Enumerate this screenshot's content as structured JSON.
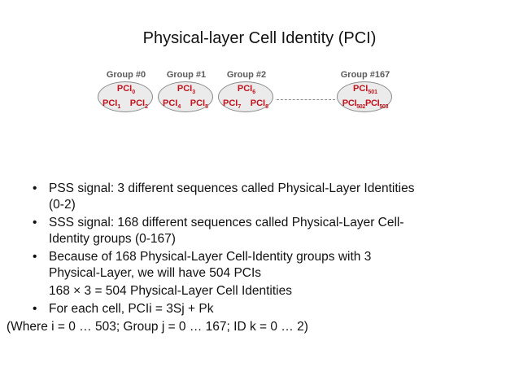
{
  "title": "Physical-layer Cell Identity (PCI)",
  "groups": [
    {
      "label": "Group #0",
      "top": {
        "b": "PCI",
        "s": "0"
      },
      "left": {
        "b": "PCI",
        "s": "1"
      },
      "right": {
        "b": "PCI",
        "s": "2"
      }
    },
    {
      "label": "Group #1",
      "top": {
        "b": "PCI",
        "s": "3"
      },
      "left": {
        "b": "PCI",
        "s": "4"
      },
      "right": {
        "b": "PCI",
        "s": "5"
      }
    },
    {
      "label": "Group #2",
      "top": {
        "b": "PCI",
        "s": "6"
      },
      "left": {
        "b": "PCI",
        "s": "7"
      },
      "right": {
        "b": "PCI",
        "s": "8"
      }
    },
    {
      "label": "Group #167",
      "top": {
        "b": "PCI",
        "s": "501"
      },
      "left": {
        "b": "PCI",
        "s": "502"
      },
      "right": {
        "b": "PCI",
        "s": "503"
      }
    }
  ],
  "bullets": {
    "b1_line1": "PSS signal:  3 different sequences called Physical-Layer Identities",
    "b1_line2": "(0-2)",
    "b2_line1": "SSS signal: 168 different sequences called Physical-Layer Cell-",
    "b2_line2": "Identity groups (0-167)",
    "b3_line1": "Because of 168 Physical-Layer Cell-Identity groups with 3",
    "b3_line2": "Physical-Layer, we will have 504 PCIs",
    "b3_line3": "168 × 3 = 504 Physical-Layer Cell Identities",
    "b4_line1": "For each cell, PCIi = 3Sj + Pk",
    "note": "(Where i = 0 … 503; Group j = 0 … 167; ID k = 0 … 2)"
  },
  "colors": {
    "pci_text": "#c0141e",
    "group_label": "#5a5a5a",
    "ellipse_fill": "#ebebeb",
    "ellipse_border": "#8a8a8a"
  }
}
